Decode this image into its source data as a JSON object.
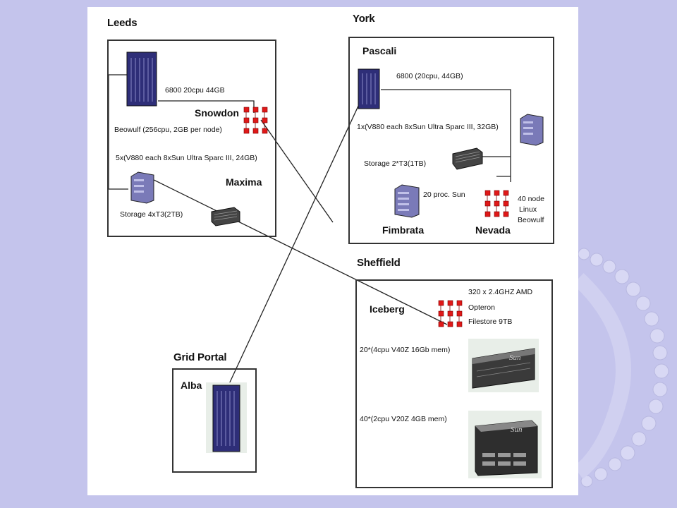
{
  "sites": {
    "leeds": "Leeds",
    "york": "York",
    "sheffield": "Sheffield",
    "grid_portal": "Grid Portal"
  },
  "leeds": {
    "server_6800": "6800 20cpu 44GB",
    "snowdon": "Snowdon",
    "beowulf": "Beowulf (256cpu, 2GB per node)",
    "v880": "5x(V880 each 8xSun Ultra Sparc III, 24GB)",
    "maxima": "Maxima",
    "storage": "Storage 4xT3(2TB)"
  },
  "york": {
    "pascali": "Pascali",
    "server_6800": "6800 (20cpu, 44GB)",
    "v880": "1x(V880 each 8xSun Ultra Sparc III, 32GB)",
    "storage": "Storage 2*T3(1TB)",
    "sun20": "20 proc. Sun",
    "node_40": "40 node",
    "linux": "Linux",
    "beowulf": "Beowulf",
    "fimbrata": "Fimbrata",
    "nevada": "Nevada"
  },
  "sheffield": {
    "iceberg": "Iceberg",
    "amd_1": "320 x 2.4GHZ AMD",
    "amd_2": "Opteron",
    "amd_3": "Filestore 9TB",
    "v40z": "20*(4cpu V40Z 16Gb  mem)",
    "v20z": "40*(2cpu V20Z 4GB mem)"
  },
  "portal": {
    "alba": "Alba"
  },
  "colors": {
    "background": "#c4c4ec",
    "cluster_node": "#e01818",
    "server": "#3a3a8a",
    "line": "#222222"
  },
  "icons": [
    "server-tower-icon",
    "cluster-grid-icon",
    "storage-array-icon",
    "sun-rack-server-icon"
  ]
}
